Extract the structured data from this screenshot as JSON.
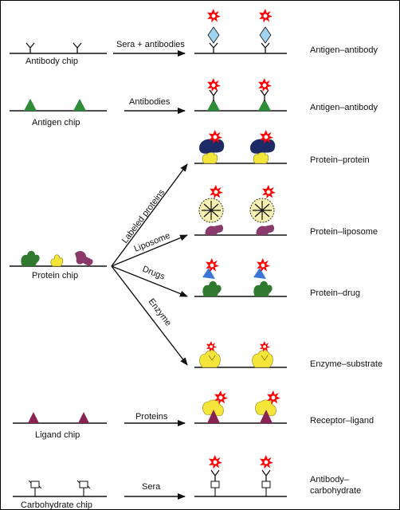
{
  "colors": {
    "line": "#111111",
    "label": "#ff0000",
    "antigen": "#9fd3ef",
    "antigen_tri": "#2e8b3a",
    "protein_green": "#2f7a2f",
    "protein_yellow": "#f4e53a",
    "protein_purple": "#8a3a6a",
    "protein_navy": "#1c2b66",
    "liposome": "#f5f0b0",
    "drug_blue": "#3a78d8",
    "ligand": "#8a2252"
  },
  "chips": {
    "antibody": "Antibody chip",
    "antigen": "Antigen chip",
    "protein": "Protein chip",
    "ligand": "Ligand chip",
    "carbohydrate": "Carbohydrate chip"
  },
  "arrows": {
    "sera_antibodies": "Sera + antibodies",
    "antibodies": "Antibodies",
    "labeled_proteins": "Labeled proteins",
    "liposome": "Liposome",
    "drugs": "Drugs",
    "enzyme": "Enzyme",
    "proteins": "Proteins",
    "sera": "Sera"
  },
  "results": {
    "antigen_antibody_1": "Antigen–antibody",
    "antigen_antibody_2": "Antigen–antibody",
    "protein_protein": "Protein–protein",
    "protein_liposome": "Protein–liposome",
    "protein_drug": "Protein–drug",
    "enzyme_substrate": "Enzyme–substrate",
    "receptor_ligand": "Receptor–ligand",
    "antibody_carbohydrate_1": "Antibody–",
    "antibody_carbohydrate_2": "carbohydrate"
  }
}
